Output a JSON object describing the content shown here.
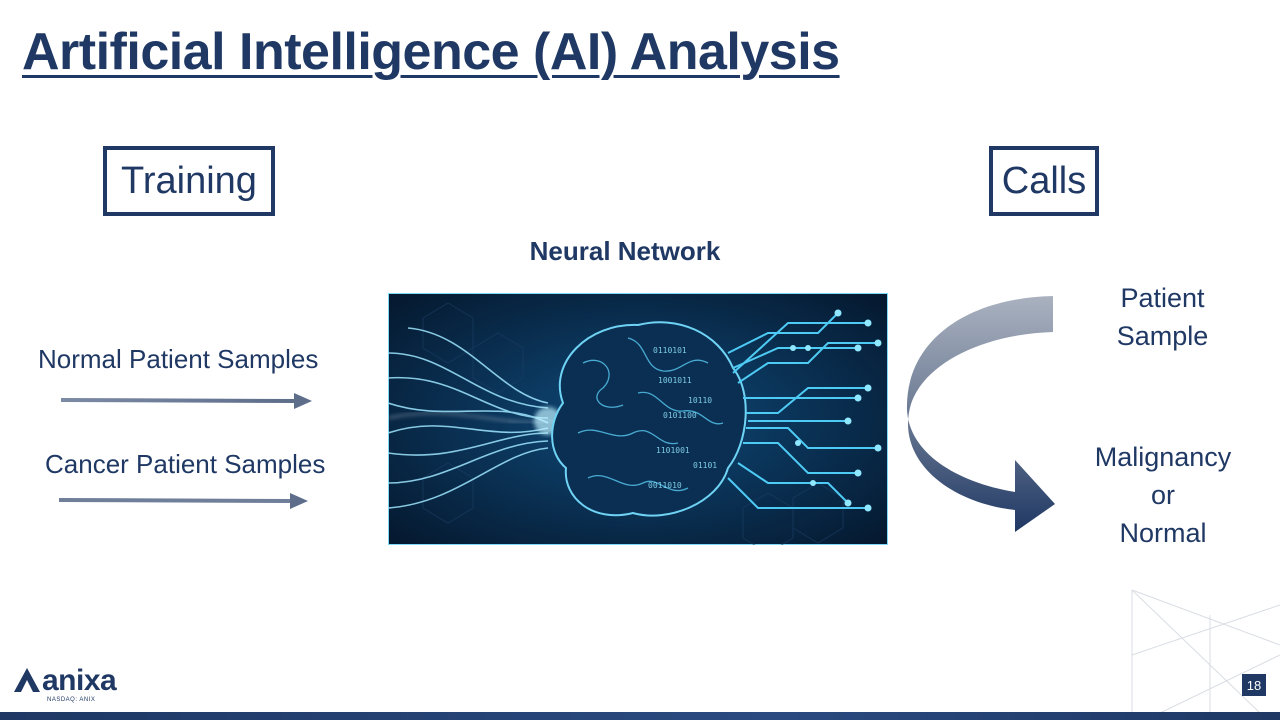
{
  "slide": {
    "title": "Artificial Intelligence (AI) Analysis",
    "page_number": "18"
  },
  "diagram": {
    "training_label": "Training",
    "calls_label": "Calls",
    "neural_network_label": "Neural Network",
    "inputs": [
      {
        "label": "Normal Patient Samples"
      },
      {
        "label": "Cancer Patient Samples"
      }
    ],
    "output_input_label": "Patient Sample",
    "output_input_lines": [
      "Patient",
      "Sample"
    ],
    "output_result_lines": [
      "Malignancy",
      "or",
      "Normal"
    ]
  },
  "branding": {
    "company": "anixa",
    "ticker": "NASDAQ: ANIX"
  },
  "colors": {
    "primary": "#1f3864",
    "accent_cyan": "#3fc8f0",
    "arrow_gray": "#6b7a93"
  }
}
